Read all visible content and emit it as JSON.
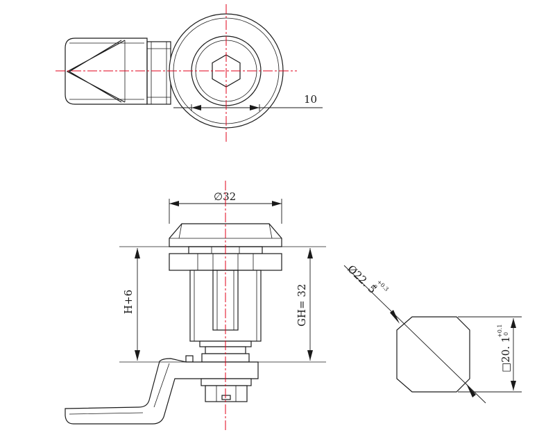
{
  "dimensions": {
    "slot_width": "10",
    "head_diameter": "∅32",
    "height_left": "H+6",
    "height_right": "GH= 32",
    "cutout_diameter": "Ø22. 5",
    "cutout_diameter_tol_upper": "+0.3",
    "cutout_diameter_tol_lower": "0",
    "cutout_flat": "□20. 1",
    "cutout_flat_tol_upper": "+0.1",
    "cutout_flat_tol_lower": "0"
  },
  "colors": {
    "outline": "#1a1a1a",
    "centerline": "#e0001a",
    "background": "#ffffff"
  }
}
